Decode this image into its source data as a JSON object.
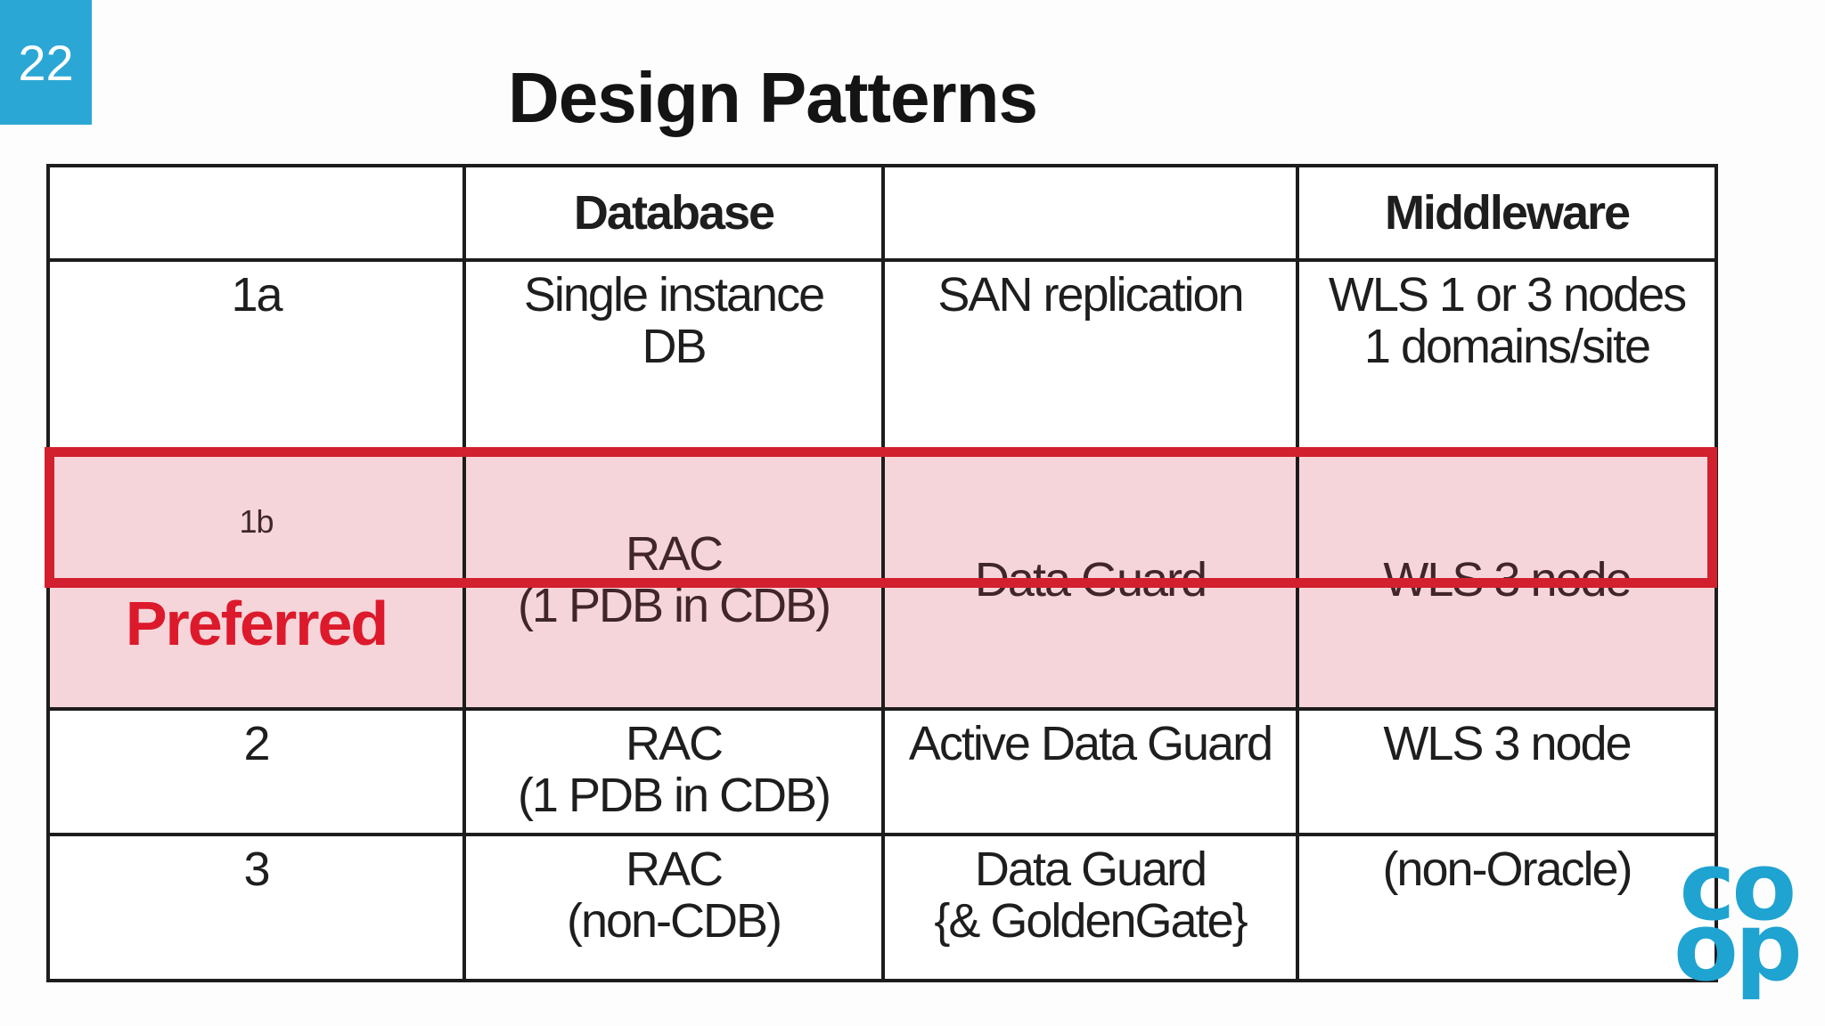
{
  "slide": {
    "page_number": "22",
    "title": "Design Patterns"
  },
  "table": {
    "headers": [
      "",
      "Database",
      "",
      "Middleware"
    ],
    "rows": [
      {
        "num": "1a",
        "note": "",
        "preferred": false,
        "cols": [
          "Single instance\nDB",
          "SAN replication",
          "WLS 1 or 3 nodes\n1 domains/site"
        ]
      },
      {
        "num": "1b",
        "note": "Preferred",
        "preferred": true,
        "cols": [
          "RAC\n(1 PDB in CDB)",
          "Data Guard",
          "WLS 3 node"
        ]
      },
      {
        "num": "2",
        "note": "",
        "preferred": false,
        "cols": [
          "RAC\n(1 PDB in CDB)",
          "Active Data Guard",
          "WLS 3 node"
        ]
      },
      {
        "num": "3",
        "note": "",
        "preferred": false,
        "cols": [
          "RAC\n(non-CDB)",
          "Data Guard\n{& GoldenGate}",
          "(non-Oracle)"
        ]
      }
    ]
  },
  "logo": {
    "line1": "co",
    "line2": "op"
  },
  "colors": {
    "badge_cyan": "#2BA7D5",
    "logo_blue": "#1FA3D1",
    "highlight_border_red": "#D2202E",
    "preferred_text_red": "#DC1A2B",
    "highlight_fill_pink": "#F6D5DA",
    "table_line_black": "#1D1D1D"
  }
}
